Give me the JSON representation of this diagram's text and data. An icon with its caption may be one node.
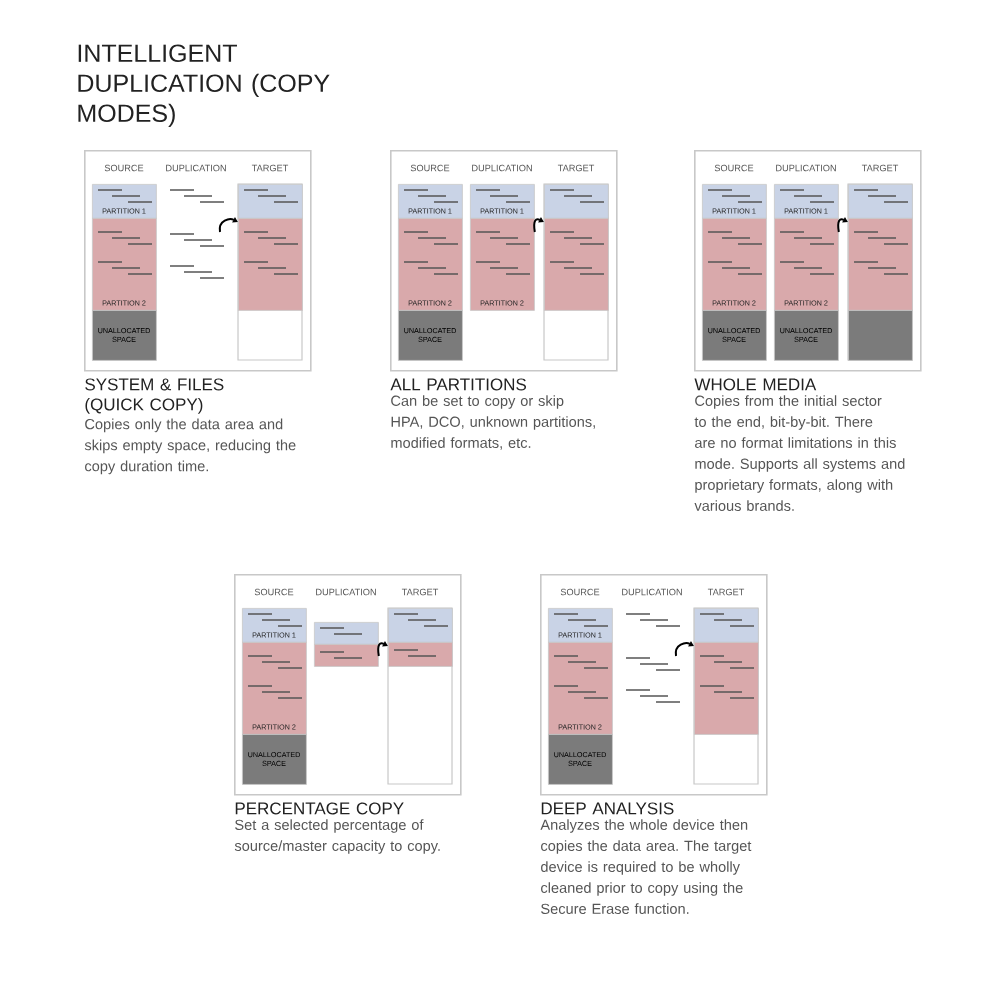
{
  "diagram": {
    "title": "INTELLIGENT DUPLICATION (COPY MODES)",
    "nodes": [
      {
        "text": [
          "SYSTEM & FILES (QUICK COPY)",
          "Copies only the data area and skips empty space, reducing the copy duration time."
        ]
      },
      {
        "text": [
          "PARTITION 1"
        ],
        "in": 0
      },
      {
        "text": [
          "PARTITION 2"
        ],
        "in": 0
      },
      {
        "text": [
          "UNALLOCATED SPACE"
        ],
        "in": 0
      },
      {
        "text": [],
        "shape": "box",
        "in": 0
      },
      {
        "text": [],
        "shape": "box",
        "in": 0
      },
      {
        "text": [
          "ALL PARTITIONS",
          "Can be set to copy or skip HPA, DCO, unknown partitions, modified formats, etc."
        ]
      },
      {
        "text": [
          "PARTITION 1"
        ],
        "in": 6
      },
      {
        "text": [
          "PARTITION 2"
        ],
        "in": 6
      },
      {
        "text": [
          "UNALLOCATED SPACE"
        ],
        "in": 6
      },
      {
        "text": [
          "PARTITION 1"
        ],
        "in": 6
      },
      {
        "text": [
          "PARTITION 2"
        ],
        "in": 6
      },
      {
        "text": [],
        "shape": "box",
        "in": 6
      },
      {
        "text": [],
        "shape": "box",
        "in": 6
      },
      {
        "text": [
          "WHOLE MEDIA",
          "Copies from the initial sector to the end, bit-by-bit. There are no format limitations in this mode. Supports all systems and proprietary formats, along with various brands."
        ]
      },
      {
        "text": [
          "PARTITION 1"
        ],
        "in": 14
      },
      {
        "text": [
          "PARTITION 2"
        ],
        "in": 14
      },
      {
        "text": [
          "UNALLOCATED SPACE"
        ],
        "in": 14
      },
      {
        "text": [
          "PARTITION 1"
        ],
        "in": 14
      },
      {
        "text": [
          "PARTITION 2"
        ],
        "in": 14
      },
      {
        "text": [
          "UNALLOCATED SPACE"
        ],
        "in": 14
      },
      {
        "text": [],
        "shape": "box",
        "in": 14
      },
      {
        "text": [],
        "shape": "box",
        "in": 14
      },
      {
        "text": [],
        "shape": "box",
        "in": 14
      },
      {
        "text": [
          "PERCENTAGE COPY",
          "Set a selected percentage of source/master capacity to copy."
        ]
      },
      {
        "text": [
          "PARTITION 1"
        ],
        "in": 24
      },
      {
        "text": [
          "PARTITION 2"
        ],
        "in": 24
      },
      {
        "text": [
          "UNALLOCATED SPACE"
        ],
        "in": 24
      },
      {
        "text": [],
        "shape": "box",
        "in": 24
      },
      {
        "text": [],
        "shape": "box",
        "in": 24
      },
      {
        "text": [],
        "shape": "box",
        "in": 24
      },
      {
        "text": [],
        "shape": "box",
        "in": 24
      },
      {
        "text": [
          "DEEP ANALYSIS",
          "Analyzes the whole device then copies the data area. The target device is required to be wholly cleaned prior to copy using the Secure Erase function."
        ]
      },
      {
        "text": [
          "PARTITION 1"
        ],
        "in": 32
      },
      {
        "text": [
          "PARTITION 2"
        ],
        "in": 32
      },
      {
        "text": [
          "UNALLOCATED SPACE"
        ],
        "in": 32
      },
      {
        "text": [],
        "shape": "box",
        "in": 32
      },
      {
        "text": [],
        "shape": "box",
        "in": 32
      }
    ],
    "edges": [
      {
        "from": null,
        "to": 5,
        "arrow": "to"
      },
      {
        "from": 11,
        "to": 13,
        "arrow": "to"
      },
      {
        "from": 19,
        "to": 22,
        "arrow": "to"
      },
      {
        "from": 29,
        "to": 31,
        "arrow": "to"
      },
      {
        "from": null,
        "to": 37,
        "arrow": "to"
      }
    ],
    "labels": [
      "SOURCE",
      "DUPLICATION",
      "TARGET",
      "SOURCE",
      "DUPLICATION",
      "TARGET",
      "SOURCE",
      "DUPLICATION",
      "TARGET",
      "SOURCE",
      "DUPLICATION",
      "TARGET",
      "SOURCE",
      "DUPLICATION",
      "TARGET"
    ]
  }
}
